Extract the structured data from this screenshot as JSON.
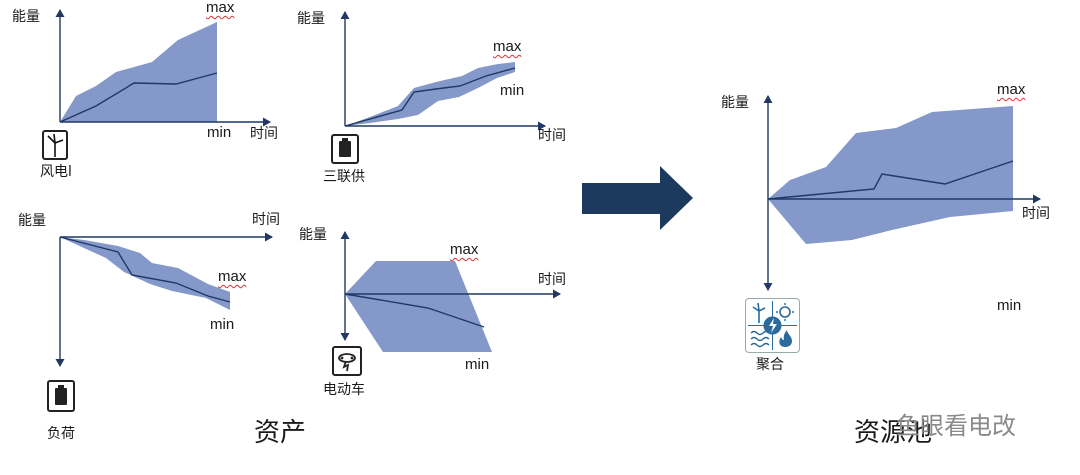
{
  "colors": {
    "band": "#8498c9",
    "axis": "#1f3864",
    "line": "#1f3864",
    "arrow": "#1c3a5e",
    "max_underline": "#dd3333"
  },
  "labels": {
    "energy": "能量",
    "time": "时间",
    "max": "max",
    "min": "min"
  },
  "panels": {
    "wind": {
      "caption": "风电l",
      "icon": "wind-turbine-icon"
    },
    "chp": {
      "caption": "三联供",
      "icon": "generator-icon"
    },
    "load": {
      "caption": "负荷",
      "icon": "battery-icon"
    },
    "ev": {
      "caption": "电动车",
      "icon": "ev-charger-icon"
    },
    "pool": {
      "caption": "聚合",
      "icon": "aggregate-energy-icon"
    }
  },
  "section_titles": {
    "assets": "资产",
    "pool": "资源池"
  },
  "watermark": "鱼眼看电改"
}
